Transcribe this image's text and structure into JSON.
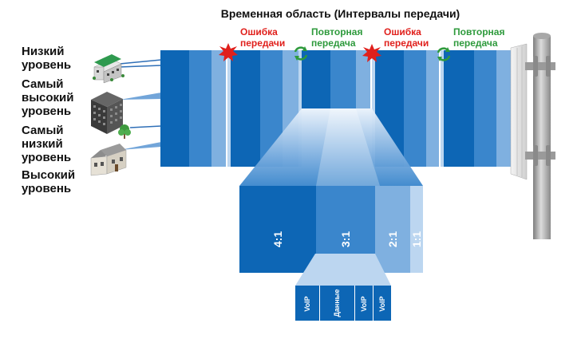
{
  "title": "Временная область (Интервалы передачи)",
  "levels": [
    {
      "label": "Низкий\nуровень"
    },
    {
      "label": "Самый\nвысокий\nуровень"
    },
    {
      "label": "Самый\nнизкий\nуровень"
    },
    {
      "label": "Высокий\nуровень"
    }
  ],
  "timeline_events": [
    {
      "type": "error",
      "label": "Ошибка\nпередачи"
    },
    {
      "type": "retransmit",
      "label": "Повторная\nпередача"
    },
    {
      "type": "error",
      "label": "Ошибка\nпередачи"
    },
    {
      "type": "retransmit",
      "label": "Повторная\nпередача"
    }
  ],
  "ratios": [
    "4:1",
    "3:1",
    "2:1",
    "1:1"
  ],
  "services": [
    "VoIP",
    "Данные",
    "VoIP",
    "VoIP"
  ],
  "icons": [
    "building-green-roof-icon",
    "office-tower-icon",
    "tree-icon",
    "house-icon",
    "error-burst-icon",
    "retransmit-arrow-icon",
    "antenna-mast-icon"
  ],
  "colors": {
    "blue_dark": "#0d66b5",
    "blue_mid": "#3a86cc",
    "blue_light": "#7fb0e0",
    "blue_pale": "#bcd6f0",
    "error": "#e0201c",
    "retransmit": "#2e9a3c"
  }
}
